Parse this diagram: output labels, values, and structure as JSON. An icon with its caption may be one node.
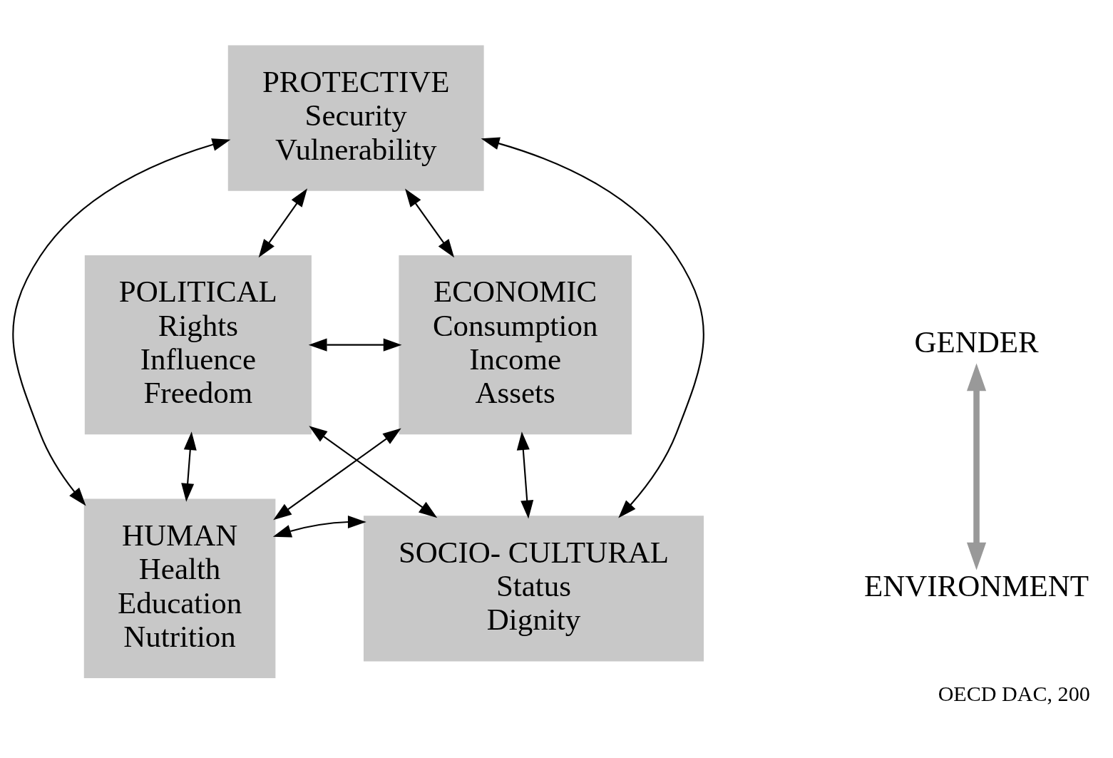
{
  "diagram": {
    "caption": "OECD DAC, 200",
    "nodes": [
      {
        "text": [
          "PROTECTIVE",
          "Security",
          "Vulnerability"
        ]
      },
      {
        "text": [
          "ECONOMIC",
          "Consumption",
          "Income",
          "Assets"
        ]
      },
      {
        "text": [
          "POLITICAL",
          "Rights",
          "Influence",
          "Freedom"
        ]
      },
      {
        "text": [
          "HUMAN",
          "Health",
          "Education",
          "Nutrition"
        ]
      },
      {
        "text": [
          "SOCIO- CULTURAL",
          "Status",
          "Dignity"
        ]
      },
      {
        "text": [
          "GENDER"
        ]
      },
      {
        "text": [
          "ENVIRONMENT"
        ]
      }
    ],
    "edges": [
      {
        "from": 0,
        "to": 1,
        "arrow": "both"
      },
      {
        "from": 0,
        "to": 2,
        "arrow": "both"
      },
      {
        "from": 0,
        "to": 3,
        "arrow": "both"
      },
      {
        "from": 0,
        "to": 4,
        "arrow": "both"
      },
      {
        "from": 1,
        "to": 2,
        "arrow": "both"
      },
      {
        "from": 1,
        "to": 4,
        "arrow": "both"
      },
      {
        "from": 1,
        "to": 3,
        "arrow": "both"
      },
      {
        "from": 2,
        "to": 3,
        "arrow": "both"
      },
      {
        "from": 2,
        "to": 4,
        "arrow": "both"
      },
      {
        "from": 3,
        "to": 4,
        "arrow": "both"
      },
      {
        "from": 5,
        "to": 6,
        "arrow": "both",
        "style": "thick",
        "color": "#999999"
      }
    ]
  }
}
